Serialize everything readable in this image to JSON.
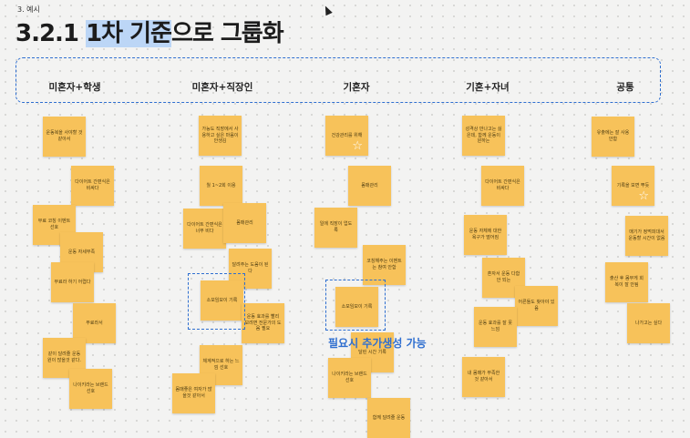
{
  "section_label": "3. 예시",
  "title": {
    "prefix": "3.2.1 ",
    "highlight": "1차 기준",
    "suffix": "으로 그룹화"
  },
  "columns": [
    "미혼자+학생",
    "미혼자+직장인",
    "기혼자",
    "기혼+자녀",
    "공통"
  ],
  "notes": [
    "운동복을 사야할 것 같아서",
    "다이어트 간편식은 비싸다",
    "무료 코칭 이벤트 선호",
    "운동 자세부족",
    "무료라 하기 어렵다",
    "무료라서",
    "같이 달려줄 운동 원이 많을것 같다.",
    "나이키라는 브랜드 선호",
    "가능도 직장에서 사용하고 싶은 마음이 안생김",
    "월 1~2회 이용",
    "다이어트 간편식은 너무 비다",
    "몸매관리",
    "달려주는 도움이 된다",
    "소모임모이 기록",
    "운동 효과를 빨리 보려면 전문가의 도움 필요",
    "체계적으로 하는 느낌 선호",
    "몸매좋은 여자가 많을것 같아서",
    "건강관리를 위해",
    "몸매관리",
    "일에 직장이 업도 록",
    "코칭해주는 이벤트 는 참여 안함",
    "소모임모이 기록",
    "달린 시간 기록",
    "나이키라는 브랜드 선호",
    "함께 달려줄 운동",
    "성격상 만나고는 싫은데, 함께 운동이 원하는",
    "다이어트 간편식은 비싸다",
    "운동 자체에 대한 욕구가 떨어짐",
    "혼자서 운동 다함 안 되는",
    "어른들도 찾아야 있음",
    "운동 효과를 잘 못 느낌",
    "내 몸매가 부족한 것 같아서",
    "유출에는 잘 사용 안함",
    "기록을 보면 뿌듯",
    "매기가 정먹피대서 운동할 시간이 없음",
    "출산 후 몸무게 회복이 잘 안됨",
    "나가고는 싶다"
  ],
  "callout": "필요시 추가생성 가능",
  "colors": {
    "accent": "#2f6fd0",
    "note": "#f7c25a",
    "highlight": "#bcd6f6"
  },
  "icons": [
    "star-icon",
    "cursor-icon"
  ]
}
